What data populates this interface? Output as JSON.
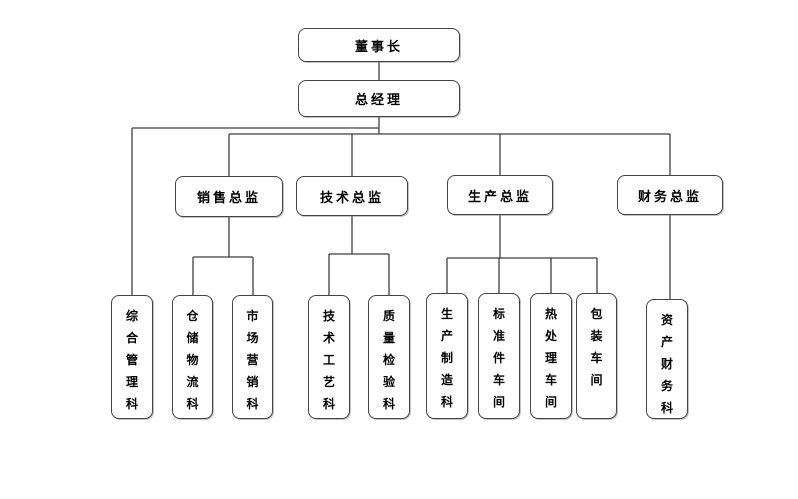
{
  "org_chart": {
    "type": "organization-chart",
    "chairman": {
      "label": "董事长"
    },
    "general_manager": {
      "label": "总经理",
      "reports_to": "董事长"
    },
    "directors": [
      {
        "label": "销售总监",
        "reports_to": "总经理"
      },
      {
        "label": "技术总监",
        "reports_to": "总经理"
      },
      {
        "label": "生产总监",
        "reports_to": "总经理"
      },
      {
        "label": "财务总监",
        "reports_to": "总经理"
      }
    ],
    "departments": [
      {
        "label": "综合管理科",
        "reports_to": "总经理"
      },
      {
        "label": "仓储物流科",
        "reports_to": "销售总监"
      },
      {
        "label": "市场营销科",
        "reports_to": "销售总监"
      },
      {
        "label": "技术工艺科",
        "reports_to": "技术总监"
      },
      {
        "label": "质量检验科",
        "reports_to": "技术总监"
      },
      {
        "label": "生产制造科",
        "reports_to": "生产总监"
      },
      {
        "label": "标准件车间",
        "reports_to": "生产总监"
      },
      {
        "label": "热处理车间",
        "reports_to": "生产总监"
      },
      {
        "label": "包装车间",
        "reports_to": "生产总监"
      },
      {
        "label": "资产财务科",
        "reports_to": "财务总监"
      }
    ]
  },
  "colors": {
    "background": "#ffffff",
    "box_fill": "#ffffff",
    "box_border": "#444444",
    "connector_line": "#3f3f3f",
    "text": "#000000"
  }
}
